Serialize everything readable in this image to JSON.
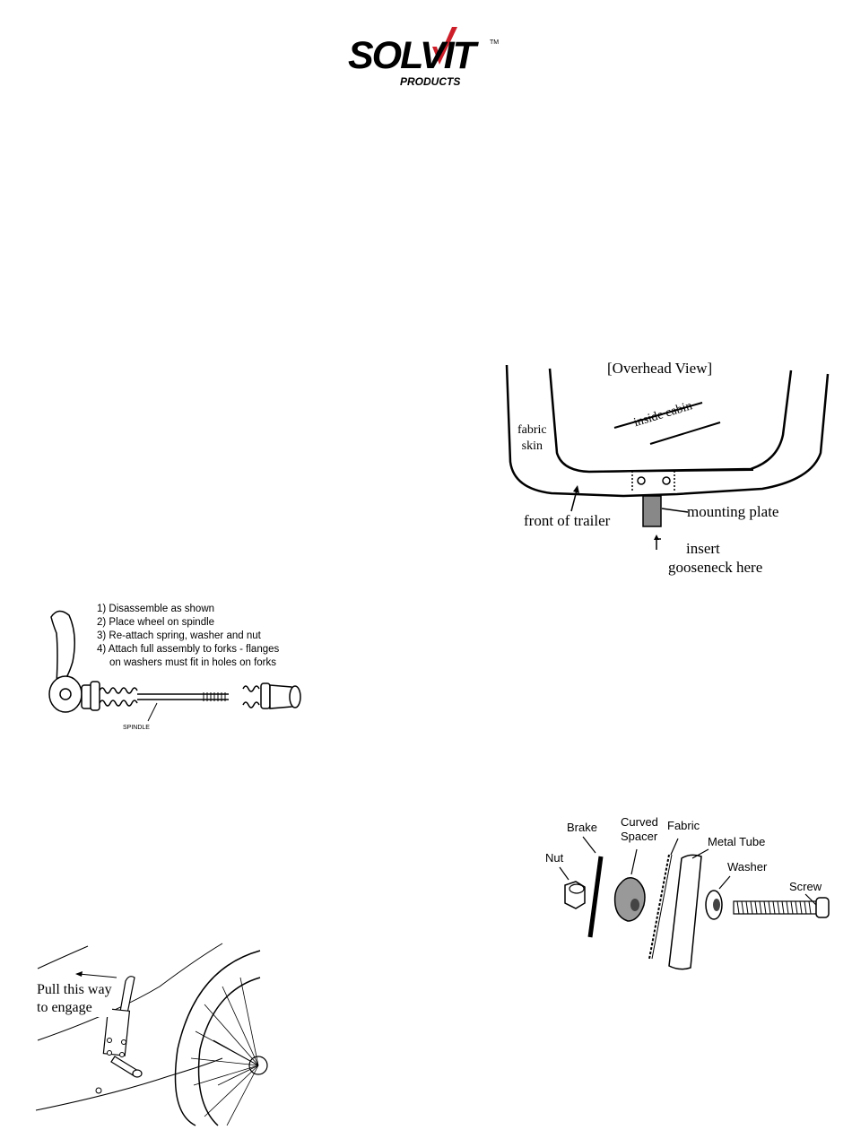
{
  "logo": {
    "brand": "SOLVIT",
    "tm": "TM",
    "sub": "PRODUCTS",
    "accent": "#cc1f2a"
  },
  "overhead": {
    "title": "[Overhead View]",
    "fabric_skin_line1": "fabric",
    "fabric_skin_line2": "skin",
    "inside_cabin": "inside cabin",
    "front_of_trailer": "front of trailer",
    "mounting_plate": "mounting plate",
    "insert_line1": "insert",
    "insert_line2": "gooseneck here"
  },
  "wheel": {
    "steps": [
      "1) Disassemble as shown",
      "2) Place wheel on spindle",
      "3) Re-attach spring, washer and nut",
      "4) Attach full assembly to forks - flanges",
      "on washers must fit in holes on forks"
    ],
    "spindle_label": "SPINDLE"
  },
  "brake": {
    "brake": "Brake",
    "curved_line1": "Curved",
    "curved_line2": "Spacer",
    "fabric": "Fabric",
    "metal_tube": "Metal Tube",
    "nut": "Nut",
    "washer": "Washer",
    "screw": "Screw"
  },
  "engage": {
    "line1": "Pull this way",
    "line2": "to engage"
  }
}
